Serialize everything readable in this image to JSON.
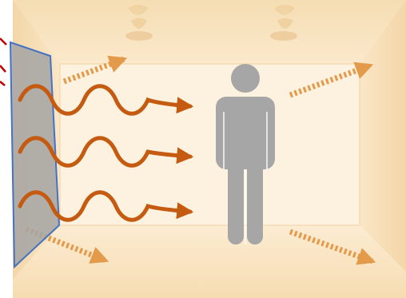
{
  "diagram": {
    "elements": {
      "room": "room-interior",
      "panel": "radiant-heating-panel",
      "person": "person-silhouette",
      "waves": [
        "radiant-heat-wave",
        "radiant-heat-wave",
        "radiant-heat-wave"
      ],
      "dotted_arrows": [
        "dotted-arrow-upper-left",
        "dotted-arrow-lower-left",
        "dotted-arrow-upper-right",
        "dotted-arrow-lower-right"
      ],
      "ceiling_lights": [
        "ceiling-light-left",
        "ceiling-light-right"
      ]
    },
    "colors": {
      "room_back": "#fdf0d8",
      "room_side": "#f7e0b8",
      "panel_fill": "#a5a5a5",
      "panel_stroke": "#4472c4",
      "person": "#a6a6a6",
      "wave": "#c55a11",
      "dotted_arrow": "#e39a4b",
      "red_mark": "#c00000"
    }
  }
}
